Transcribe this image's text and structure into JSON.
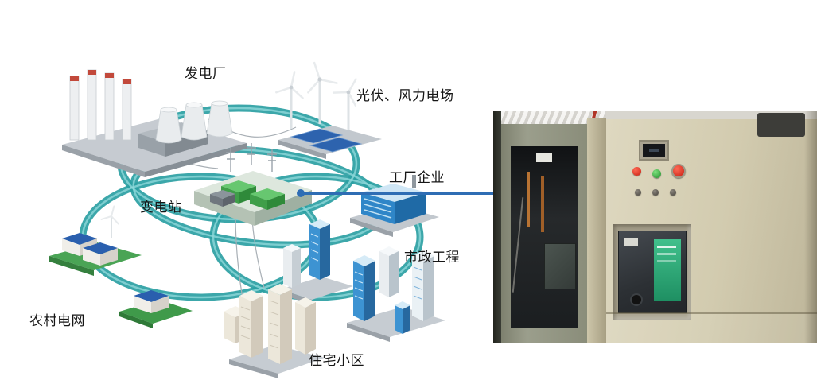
{
  "page": {
    "background": "#ffffff"
  },
  "diagram": {
    "labels": {
      "power_plant": "发电厂",
      "solar_wind": "光伏、风力电场",
      "factory": "工厂企业",
      "substation": "变电站",
      "municipal": "市政工程",
      "residential": "住宅小区",
      "rural": "农村电网"
    },
    "colors": {
      "ring_teal": "#2ba0a3",
      "ring_highlight": "#8fd8da",
      "connector_blue": "#2e6db4",
      "substation_green": "#3f9e49",
      "building_blue": "#2f86c8",
      "solar_panel_blue": "#2d63ae",
      "platform_gray": "#c6cbd1"
    }
  },
  "photo": {
    "subject": "switchgear-cabinet-photo",
    "colors": {
      "panel_beige": "#d2cbaf",
      "pipe_red": "#b03527",
      "indicator_red": "#c61f12",
      "indicator_green": "#1f8f2b",
      "breaker_screen_green": "#2fae79",
      "breaker_body": "#2c3034"
    }
  }
}
